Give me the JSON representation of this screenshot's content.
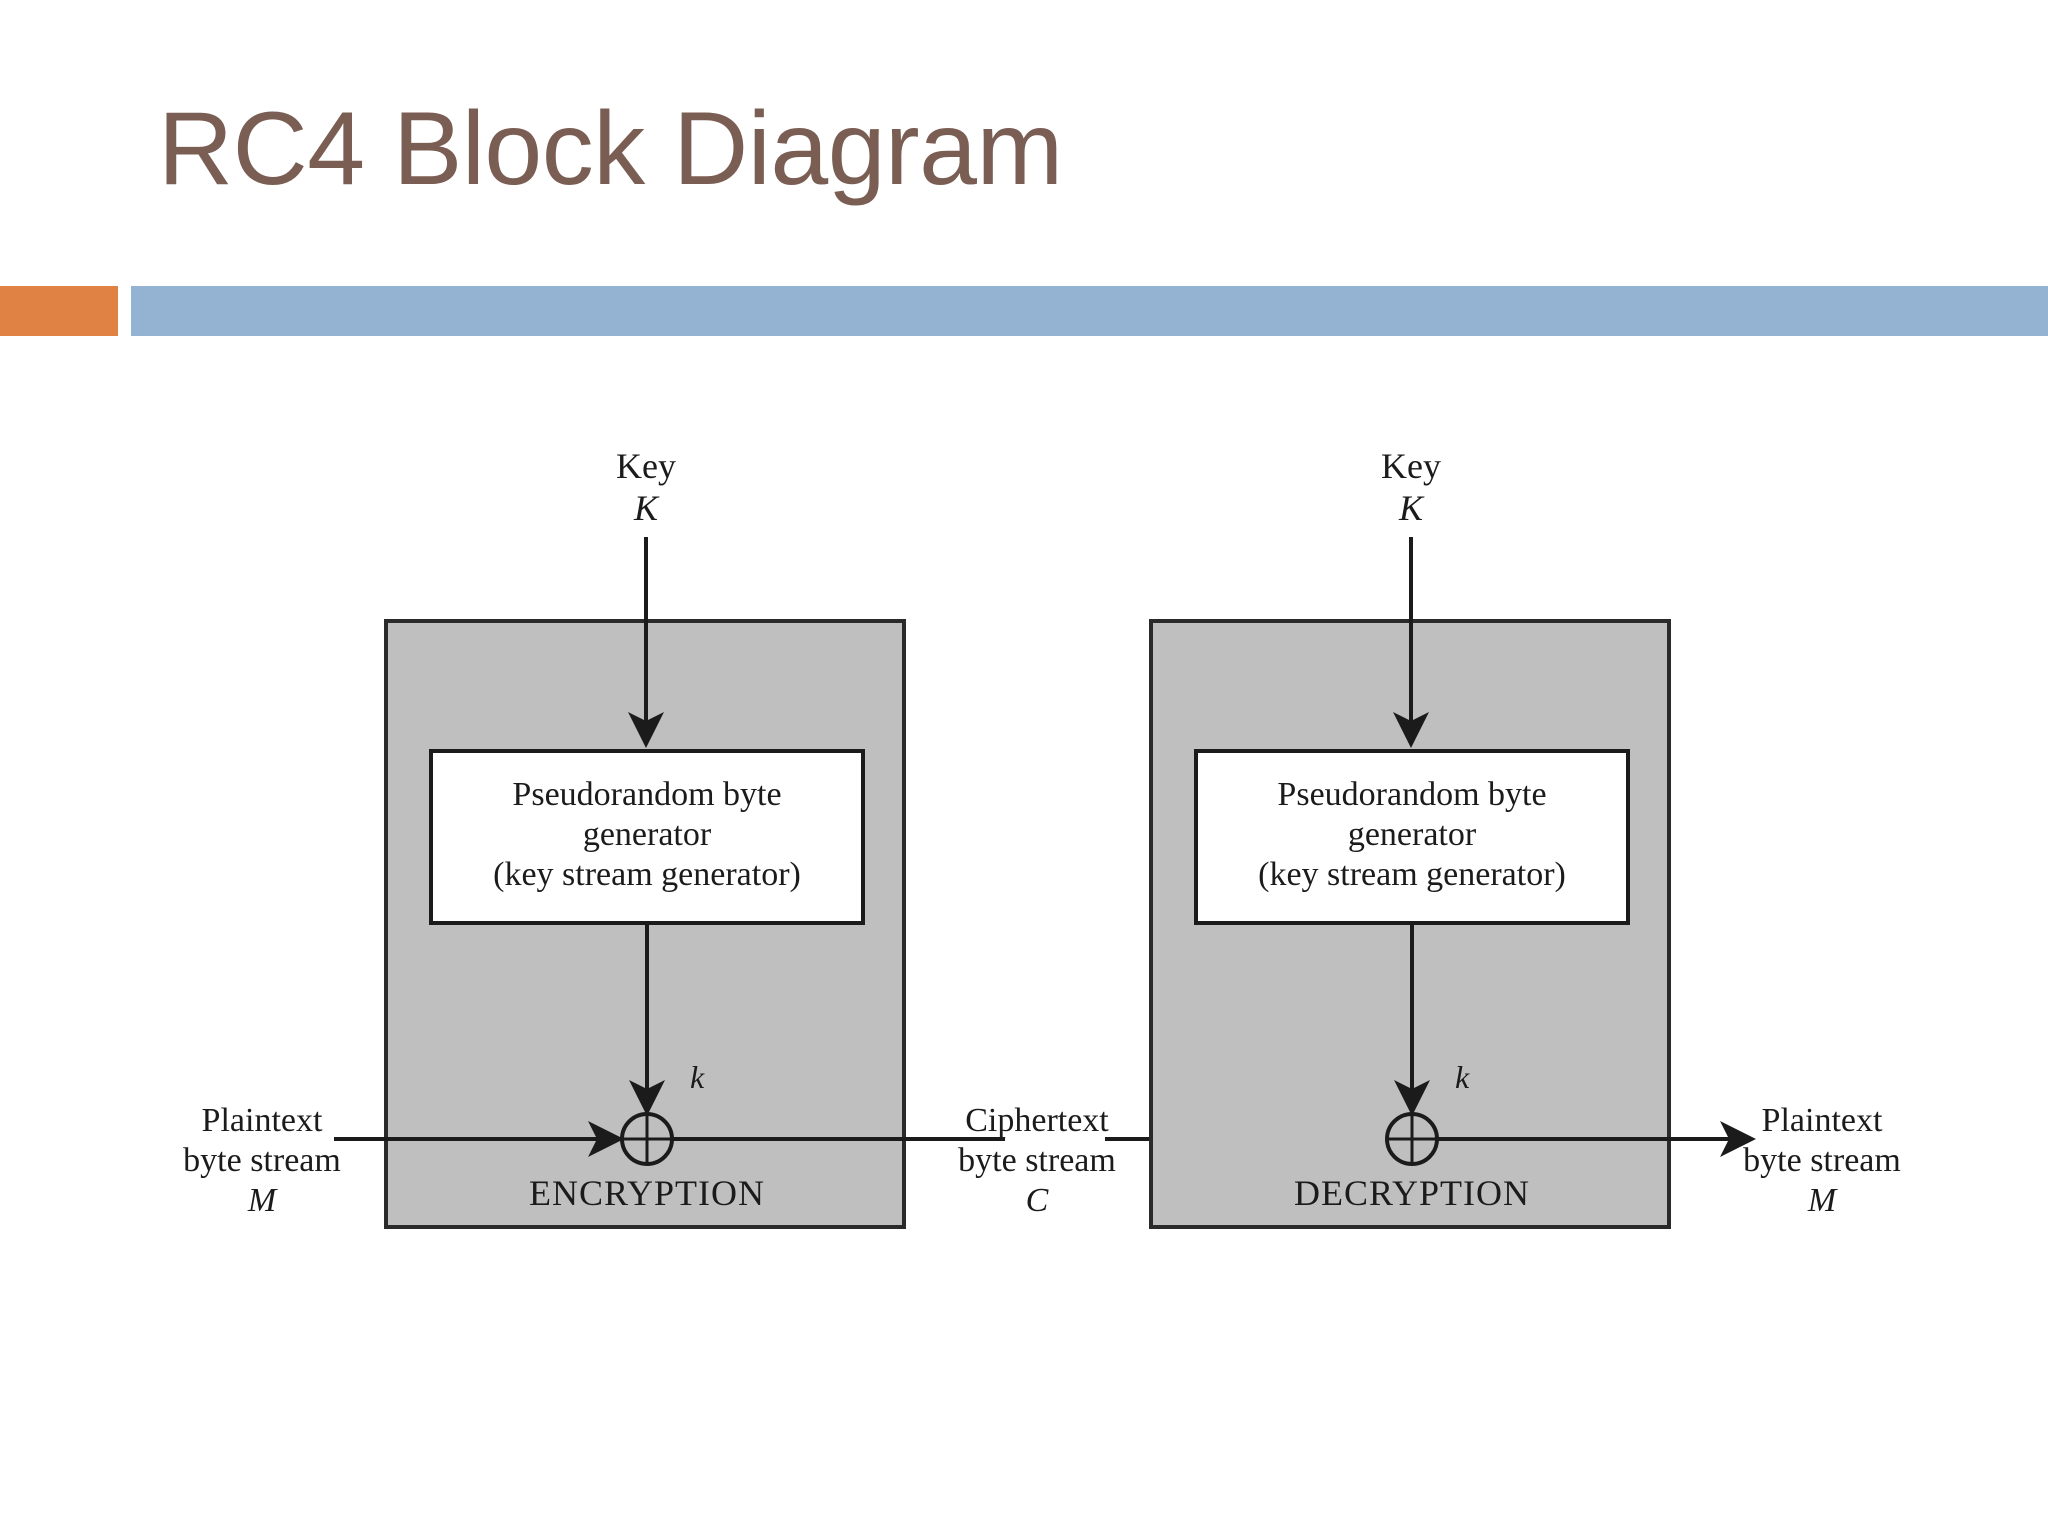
{
  "slide": {
    "title": "RC4 Block Diagram",
    "title_color": "#7B5E53",
    "background_color": "#FFFFFF",
    "accent_bar_orange": "#DF8244",
    "accent_bar_blue": "#94B3D2"
  },
  "diagram": {
    "type": "block-diagram",
    "panel_fill": "#BFBFBF",
    "inner_box_fill": "#FFFFFF",
    "stroke_color": "#1B1B1B",
    "encryption": {
      "key_label_line1": "Key",
      "key_label_line2": "K",
      "generator_line1": "Pseudorandom byte",
      "generator_line2": "generator",
      "generator_line3": "(key stream generator)",
      "keystream_label": "k",
      "xor_symbol": "⊕",
      "panel_label": "ENCRYPTION",
      "input_line1": "Plaintext",
      "input_line2": "byte stream",
      "input_line3": "M"
    },
    "middle": {
      "label_line1": "Ciphertext",
      "label_line2": "byte stream",
      "label_line3": "C"
    },
    "decryption": {
      "key_label_line1": "Key",
      "key_label_line2": "K",
      "generator_line1": "Pseudorandom byte",
      "generator_line2": "generator",
      "generator_line3": "(key stream generator)",
      "keystream_label": "k",
      "xor_symbol": "⊕",
      "panel_label": "DECRYPTION",
      "output_line1": "Plaintext",
      "output_line2": "byte stream",
      "output_line3": "M"
    }
  }
}
